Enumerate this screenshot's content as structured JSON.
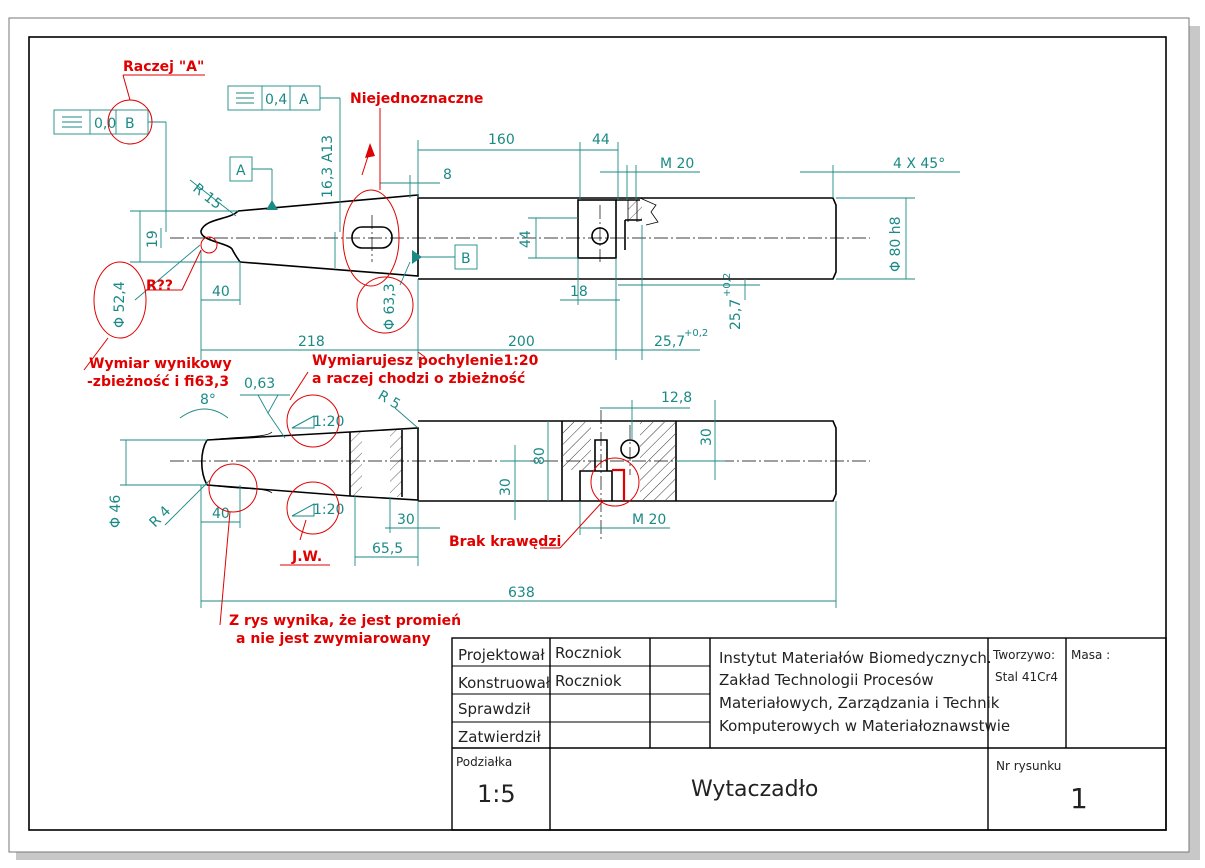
{
  "comments": {
    "raczej_a": "Raczej \"A\"",
    "niejednoznaczne": "Niejednoznaczne",
    "r_qq": "R??",
    "wymiar_1": "Wymiar wynikowy",
    "wymiar_2": "-zbieżność i fi63,3",
    "pochylenie_1": "Wymiarujesz pochylenie1:20",
    "pochylenie_2": "a raczej chodzi o zbieżność",
    "jw": "J.W.",
    "brak": "Brak krawędzi",
    "zrys_1": "Z rys wynika, że jest promień",
    "zrys_2": "a nie jest zwymiarowany"
  },
  "dims": {
    "fc1_tol": "0,0",
    "fc1_datum": "B",
    "fc2_tol": "0,4",
    "fc2_datum": "A",
    "datum_a": "A",
    "datum_b": "B",
    "r15": "R 15",
    "d19": "19",
    "d163": "16,3 A13",
    "d160": "160",
    "d44": "44",
    "d8": "8",
    "m20a": "M 20",
    "chamfer": "4 X 45°",
    "d44v": "44",
    "phi80": "Φ 80 h8",
    "phi524": "Φ 52,4",
    "d40a": "40",
    "phi633": "Φ 63,3",
    "d18": "18",
    "d257v": "25,7",
    "d257v_tol": "+0,2",
    "d218": "218",
    "d200": "200",
    "d257": "25,7",
    "d257_tol": "+0,2",
    "rough": "0,63",
    "angle8": "8°",
    "slope1": "1:20",
    "slope2": "1:20",
    "r5": "R 5",
    "d128": "12,8",
    "d30r": "30",
    "d80": "80",
    "d30l": "30",
    "phi46": "Φ 46",
    "r4": "R 4",
    "d40b": "40",
    "d30b": "30",
    "d655": "65,5",
    "m20b": "M 20",
    "d638": "638"
  },
  "title_block": {
    "projektowal": "Projektował",
    "konstruowal": "Konstruował",
    "sprawdzil": "Sprawdził",
    "zatwierdzil": "Zatwierdził",
    "name1": "Roczniok",
    "name2": "Roczniok",
    "inst1": "Instytut Materiałów Biomedycznych.",
    "inst2": "Zakład Technologii Procesów",
    "inst3": "Materiałowych, Zarządzania i Technik",
    "inst4": "Komputerowych w Materiałoznawstwie",
    "tworzywo_label": "Tworzywo:",
    "tworzywo_value": "Stal 41Cr4",
    "masa_label": "Masa :",
    "podzialka_label": "Podziałka",
    "podzialka_value": "1:5",
    "title": "Wytaczadło",
    "nr_label": "Nr rysunku",
    "nr_value": "1"
  },
  "colors": {
    "dimension": "#1b8a86",
    "annotation": "#e00000",
    "outline": "#000000",
    "shadow": "#c8c8c8"
  }
}
